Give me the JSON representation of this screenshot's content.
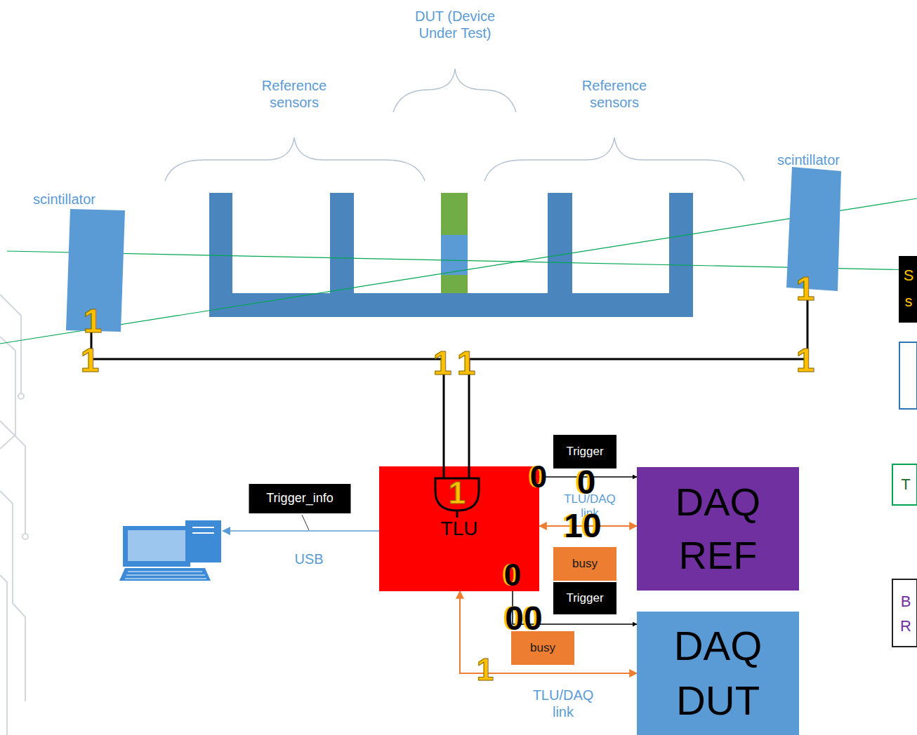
{
  "diagram": {
    "nodes": [
      {
        "text": [
          "scintillator"
        ]
      },
      {
        "text": [
          "scintillator"
        ]
      },
      {
        "text": [
          "TLU"
        ]
      },
      {
        "text": [
          "DAQ REF"
        ]
      },
      {
        "text": [
          "DAQ DUT"
        ]
      }
    ],
    "edges": [
      {
        "from": 0,
        "to": 2,
        "arrow": "none"
      },
      {
        "from": 1,
        "to": 2,
        "arrow": "none"
      },
      {
        "from": 2,
        "to": 3,
        "arrow": "to",
        "label": "Trigger"
      },
      {
        "from": 2,
        "to": 3,
        "arrow": "both",
        "label": "TLU/DAQ link"
      },
      {
        "from": 2,
        "to": 4,
        "arrow": "to",
        "label": "Trigger"
      },
      {
        "from": 2,
        "to": 4,
        "arrow": "both",
        "label": "TLU/DAQ link"
      }
    ],
    "labels": [
      "DUT (Device Under Test)",
      "Reference sensors",
      "Reference sensors",
      "1",
      "1",
      "1",
      "1",
      "1",
      "1",
      "1",
      "0",
      "0",
      "10",
      "0",
      "00",
      "1",
      "busy",
      "busy",
      "Trigger_info",
      "USB",
      "S",
      "s",
      "T",
      "B",
      "R"
    ]
  }
}
